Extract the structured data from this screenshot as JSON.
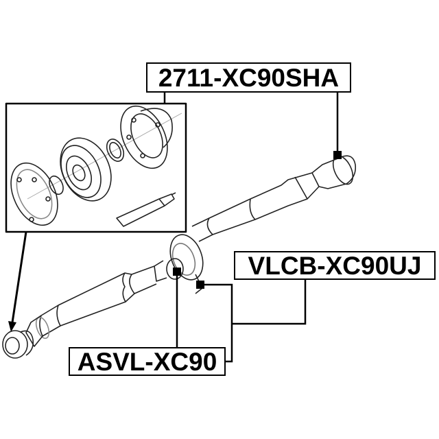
{
  "diagram": {
    "type": "exploded-parts-diagram",
    "subject": "drive shaft assembly",
    "labels": [
      {
        "id": "top",
        "text": "2711-XC90SHA",
        "points_to": "rear CV joint / flange end"
      },
      {
        "id": "right",
        "text": "VLCB-XC90UJ",
        "points_to": "center support bearing"
      },
      {
        "id": "bottom",
        "text": "ASVL-XC90",
        "points_to": "universal joint"
      }
    ],
    "inset": {
      "description": "exploded view of CV joint kit",
      "parts": [
        "end cap",
        "circlip",
        "CV joint",
        "seal ring",
        "flange housing",
        "grease tube"
      ]
    },
    "colors": {
      "line": "#000000",
      "background": "#ffffff",
      "sketch": "#333333"
    }
  }
}
